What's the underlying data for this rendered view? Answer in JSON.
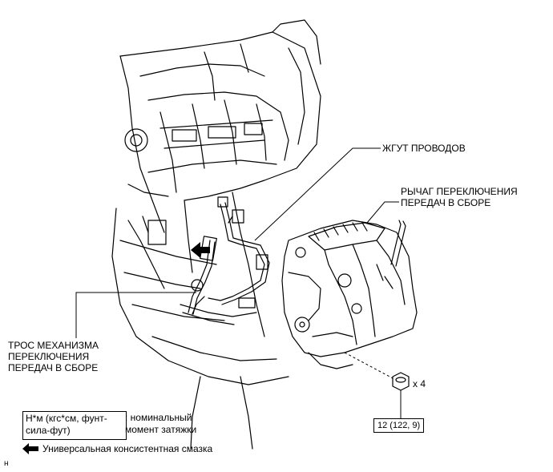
{
  "labels": {
    "wire_harness": "ЖГУТ ПРОВОДОВ",
    "shift_lever": [
      "РЫЧАГ ПЕРЕКЛЮЧЕНИЯ",
      "ПЕРЕДАЧ В СБОРЕ"
    ],
    "shift_cable": [
      "ТРОС МЕХАНИЗМА",
      "ПЕРЕКЛЮЧЕНИЯ",
      "ПЕРЕДАЧ В СБОРЕ"
    ],
    "nut_count": "x 4",
    "torque_value": "12 (122, 9)",
    "figure_letter": "н"
  },
  "legend": {
    "torque_units": [
      "Н*м (кгс*см, фунт-",
      "сила-фут)"
    ],
    "torque_desc": [
      ": номинальный",
      "момент затяжки"
    ],
    "grease_text": "Универсальная консистентная смазка",
    "grease_icon": "arrow-left-icon"
  }
}
